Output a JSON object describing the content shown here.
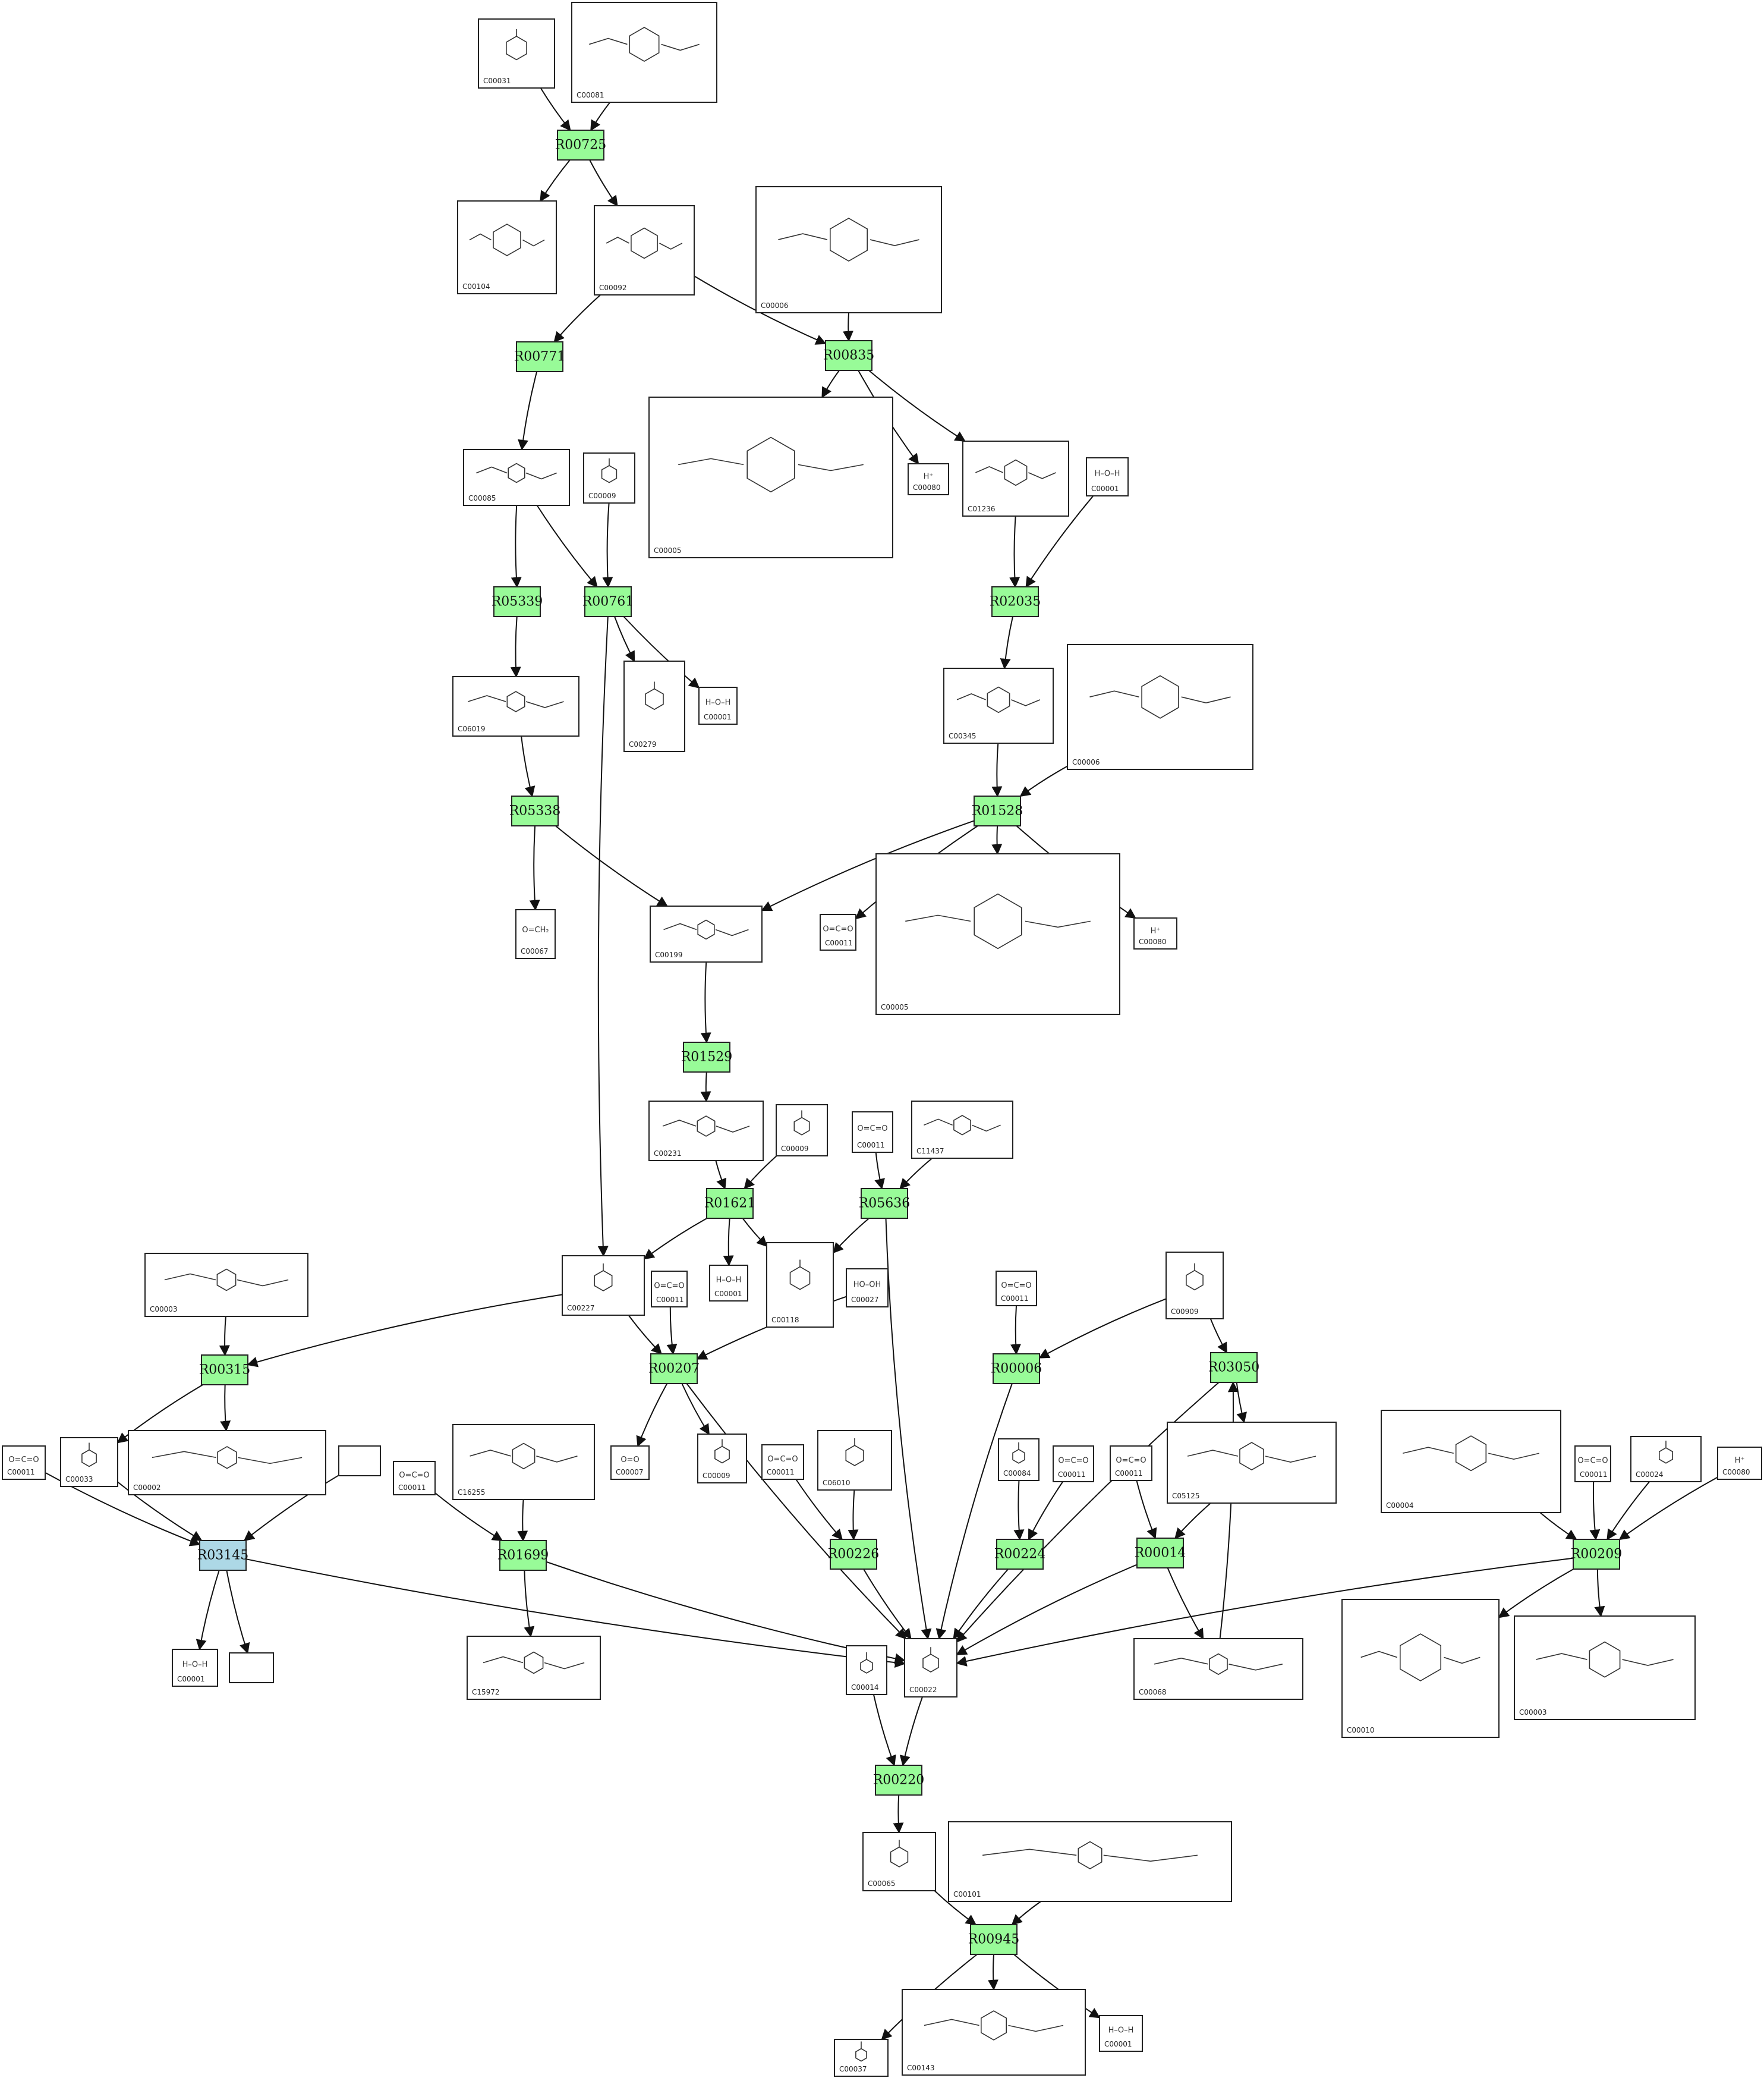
{
  "compounds": [
    {
      "id": "C00031",
      "label": "C00031",
      "formula": ""
    },
    {
      "id": "C00081",
      "label": "C00081",
      "formula": ""
    },
    {
      "id": "C00104",
      "label": "C00104",
      "formula": ""
    },
    {
      "id": "C00092",
      "label": "C00092",
      "formula": ""
    },
    {
      "id": "C00006a",
      "label": "C00006",
      "formula": ""
    },
    {
      "id": "C00085",
      "label": "C00085",
      "formula": ""
    },
    {
      "id": "C00009a",
      "label": "C00009",
      "formula": ""
    },
    {
      "id": "C00005a",
      "label": "C00005",
      "formula": ""
    },
    {
      "id": "C00080a",
      "label": "C00080",
      "formula": "H⁺"
    },
    {
      "id": "C01236",
      "label": "C01236",
      "formula": ""
    },
    {
      "id": "C00001a",
      "label": "C00001",
      "formula": "H–O–H"
    },
    {
      "id": "C06019",
      "label": "C06019",
      "formula": ""
    },
    {
      "id": "C00279",
      "label": "C00279",
      "formula": ""
    },
    {
      "id": "C00001b",
      "label": "C00001",
      "formula": "H–O–H"
    },
    {
      "id": "C00345",
      "label": "C00345",
      "formula": ""
    },
    {
      "id": "C00006b",
      "label": "C00006",
      "formula": ""
    },
    {
      "id": "C00067",
      "label": "C00067",
      "formula": "O=CH₂"
    },
    {
      "id": "C00199",
      "label": "C00199",
      "formula": ""
    },
    {
      "id": "C00011a",
      "label": "C00011",
      "formula": "O=C=O"
    },
    {
      "id": "C00005b",
      "label": "C00005",
      "formula": ""
    },
    {
      "id": "C00080b",
      "label": "C00080",
      "formula": "H⁺"
    },
    {
      "id": "C00231",
      "label": "C00231",
      "formula": ""
    },
    {
      "id": "C00009b",
      "label": "C00009",
      "formula": ""
    },
    {
      "id": "C00011b",
      "label": "C00011",
      "formula": "O=C=O"
    },
    {
      "id": "C11437",
      "label": "C11437",
      "formula": ""
    },
    {
      "id": "C00003a",
      "label": "C00003",
      "formula": ""
    },
    {
      "id": "C00227",
      "label": "C00227",
      "formula": ""
    },
    {
      "id": "C00011c",
      "label": "C00011",
      "formula": "O=C=O"
    },
    {
      "id": "C00001c",
      "label": "C00001",
      "formula": "H–O–H"
    },
    {
      "id": "C00118",
      "label": "C00118",
      "formula": ""
    },
    {
      "id": "C00027",
      "label": "C00027",
      "formula": "HO–OH"
    },
    {
      "id": "C00011d",
      "label": "C00011",
      "formula": "O=C=O"
    },
    {
      "id": "C00909",
      "label": "C00909",
      "formula": ""
    },
    {
      "id": "C00011e",
      "label": "C00011",
      "formula": "O=C=O"
    },
    {
      "id": "C00033",
      "label": "C00033",
      "formula": ""
    },
    {
      "id": "C00002",
      "label": "C00002",
      "formula": ""
    },
    {
      "id": "blank1",
      "label": "",
      "formula": ""
    },
    {
      "id": "C00011f",
      "label": "C00011",
      "formula": "O=C=O"
    },
    {
      "id": "C16255",
      "label": "C16255",
      "formula": ""
    },
    {
      "id": "C00007",
      "label": "C00007",
      "formula": "O=O"
    },
    {
      "id": "C00009c",
      "label": "C00009",
      "formula": ""
    },
    {
      "id": "C00011g",
      "label": "C00011",
      "formula": "O=C=O"
    },
    {
      "id": "C06010",
      "label": "C06010",
      "formula": ""
    },
    {
      "id": "C00084",
      "label": "C00084",
      "formula": ""
    },
    {
      "id": "C00011h",
      "label": "C00011",
      "formula": "O=C=O"
    },
    {
      "id": "C00011i",
      "label": "C00011",
      "formula": "O=C=O"
    },
    {
      "id": "C05125",
      "label": "C05125",
      "formula": ""
    },
    {
      "id": "C00004",
      "label": "C00004",
      "formula": ""
    },
    {
      "id": "C00011j",
      "label": "C00011",
      "formula": "O=C=O"
    },
    {
      "id": "C00024",
      "label": "C00024",
      "formula": ""
    },
    {
      "id": "C00080c",
      "label": "C00080",
      "formula": "H⁺"
    },
    {
      "id": "C00001d",
      "label": "C00001",
      "formula": "H–O–H"
    },
    {
      "id": "blank2",
      "label": "",
      "formula": ""
    },
    {
      "id": "C15972",
      "label": "C15972",
      "formula": ""
    },
    {
      "id": "C00014",
      "label": "C00014",
      "formula": ""
    },
    {
      "id": "C00022",
      "label": "C00022",
      "formula": ""
    },
    {
      "id": "C00068",
      "label": "C00068",
      "formula": ""
    },
    {
      "id": "C00010",
      "label": "C00010",
      "formula": ""
    },
    {
      "id": "C00003b",
      "label": "C00003",
      "formula": ""
    },
    {
      "id": "C00065",
      "label": "C00065",
      "formula": ""
    },
    {
      "id": "C00101",
      "label": "C00101",
      "formula": ""
    },
    {
      "id": "C00037",
      "label": "C00037",
      "formula": ""
    },
    {
      "id": "C00143",
      "label": "C00143",
      "formula": ""
    },
    {
      "id": "C00001e",
      "label": "C00001",
      "formula": "H–O–H"
    }
  ],
  "reactions": [
    {
      "id": "R00725",
      "label": "R00725",
      "kind": "green"
    },
    {
      "id": "R00771",
      "label": "R00771",
      "kind": "green"
    },
    {
      "id": "R00835",
      "label": "R00835",
      "kind": "green"
    },
    {
      "id": "R05339",
      "label": "R05339",
      "kind": "green"
    },
    {
      "id": "R00761",
      "label": "R00761",
      "kind": "green"
    },
    {
      "id": "R02035",
      "label": "R02035",
      "kind": "green"
    },
    {
      "id": "R05338",
      "label": "R05338",
      "kind": "green"
    },
    {
      "id": "R01528",
      "label": "R01528",
      "kind": "green"
    },
    {
      "id": "R01529",
      "label": "R01529",
      "kind": "green"
    },
    {
      "id": "R01621",
      "label": "R01621",
      "kind": "green"
    },
    {
      "id": "R05636",
      "label": "R05636",
      "kind": "green"
    },
    {
      "id": "R00315",
      "label": "R00315",
      "kind": "green"
    },
    {
      "id": "R00207",
      "label": "R00207",
      "kind": "green"
    },
    {
      "id": "R00006",
      "label": "R00006",
      "kind": "green"
    },
    {
      "id": "R03050",
      "label": "R03050",
      "kind": "green"
    },
    {
      "id": "R03145",
      "label": "R03145",
      "kind": "blue"
    },
    {
      "id": "R01699",
      "label": "R01699",
      "kind": "green"
    },
    {
      "id": "R00226",
      "label": "R00226",
      "kind": "green"
    },
    {
      "id": "R00224",
      "label": "R00224",
      "kind": "green"
    },
    {
      "id": "R00014",
      "label": "R00014",
      "kind": "green"
    },
    {
      "id": "R00209",
      "label": "R00209",
      "kind": "green"
    },
    {
      "id": "R00220",
      "label": "R00220",
      "kind": "green"
    },
    {
      "id": "R00945",
      "label": "R00945",
      "kind": "green"
    }
  ],
  "colors": {
    "reaction_green": "#98fb98",
    "reaction_blue": "#add8e6",
    "edge": "#111111"
  }
}
